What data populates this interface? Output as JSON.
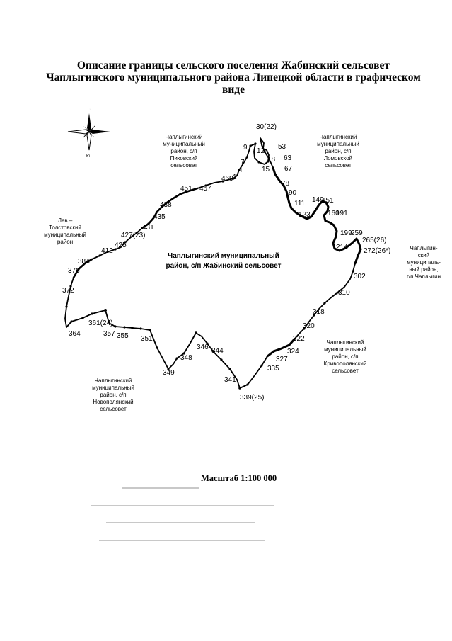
{
  "title": {
    "line1": "Описание границы сельского поселения Жабинский сельсовет",
    "line2": "Чаплыгинского муниципального района Липецкой области в графическом",
    "line3": "виде"
  },
  "compass": {
    "north": "С",
    "south": "Ю"
  },
  "areas": {
    "pikovsky": [
      "Чаплыгинский",
      "муниципальный",
      "район, с/п",
      "Пиковский",
      "сельсовет"
    ],
    "lomovsky": [
      "Чаплыгинский",
      "муниципальный",
      "район, с/п",
      "Ломовской",
      "сельсовет"
    ],
    "lev_tolstovsky": [
      "Лев –",
      "Толстовский",
      "муниципальный",
      "район"
    ],
    "chaplygin": [
      "Чаплыгин-",
      "ский",
      "муниципаль-",
      "ный район,",
      "г/п Чаплыгин"
    ],
    "krivopolyansky": [
      "Чаплыгинский",
      "муниципальный",
      "район, с/п",
      "Кривополянский",
      "сельсовет"
    ],
    "novopolyansky": [
      "Чаплыгинский",
      "муниципальный",
      "район, с/п",
      "Новополянский",
      "сельсовет"
    ],
    "center": [
      "Чаплыгинский муниципальный",
      "район, с/п Жабинский сельсовет"
    ]
  },
  "boundary_points": [
    "30(22)",
    "53",
    "63",
    "67",
    "78",
    "90",
    "111",
    "123",
    "149",
    "151",
    "160",
    "191",
    "199",
    "214",
    "259",
    "265(26)",
    "272(26*)",
    "302",
    "310",
    "318",
    "320",
    "322",
    "324",
    "327",
    "335",
    "339(25)",
    "341",
    "344",
    "346",
    "348",
    "349",
    "351",
    "355",
    "357",
    "361(24)",
    "364",
    "372",
    "376",
    "384",
    "412",
    "425",
    "427(23)",
    "431",
    "435",
    "438",
    "451",
    "457",
    "469",
    "1",
    "4",
    "7",
    "9",
    "12",
    "15",
    "18"
  ],
  "scale_label": "Масштаб 1:100 000"
}
